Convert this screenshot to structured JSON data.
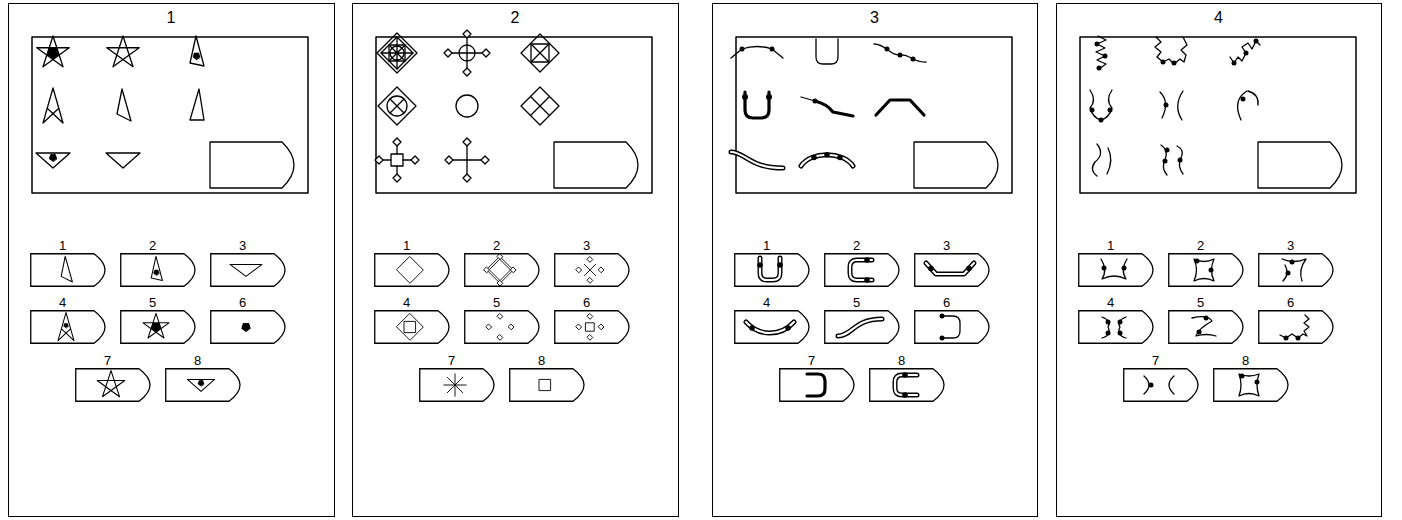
{
  "diagram": {
    "nodes": [
      {
        "text": [
          "1"
        ]
      },
      {
        "text": [
          "1"
        ],
        "in": 0
      },
      {
        "text": [
          "2"
        ],
        "in": 0
      },
      {
        "text": [
          "3"
        ],
        "in": 0
      },
      {
        "text": [
          "4"
        ],
        "in": 0
      },
      {
        "text": [
          "5"
        ],
        "in": 0
      },
      {
        "text": [
          "6"
        ],
        "in": 0
      },
      {
        "text": [
          "7"
        ],
        "in": 0
      },
      {
        "text": [
          "8"
        ],
        "in": 0
      },
      {
        "text": [
          "2"
        ]
      },
      {
        "text": [
          "1"
        ],
        "in": 9
      },
      {
        "text": [
          "2"
        ],
        "in": 9
      },
      {
        "text": [
          "3"
        ],
        "in": 9
      },
      {
        "text": [
          "4"
        ],
        "in": 9
      },
      {
        "text": [
          "5"
        ],
        "in": 9
      },
      {
        "text": [
          "6"
        ],
        "in": 9
      },
      {
        "text": [
          "7"
        ],
        "in": 9
      },
      {
        "text": [
          "8"
        ],
        "in": 9
      },
      {
        "text": [
          "3"
        ]
      },
      {
        "text": [
          "1"
        ],
        "in": 18
      },
      {
        "text": [
          "2"
        ],
        "in": 18
      },
      {
        "text": [
          "3"
        ],
        "in": 18
      },
      {
        "text": [
          "4"
        ],
        "in": 18
      },
      {
        "text": [
          "5"
        ],
        "in": 18
      },
      {
        "text": [
          "6"
        ],
        "in": 18
      },
      {
        "text": [
          "7"
        ],
        "in": 18
      },
      {
        "text": [
          "8"
        ],
        "in": 18
      },
      {
        "text": [
          "4"
        ]
      },
      {
        "text": [
          "1"
        ],
        "in": 27
      },
      {
        "text": [
          "2"
        ],
        "in": 27
      },
      {
        "text": [
          "3"
        ],
        "in": 27
      },
      {
        "text": [
          "4"
        ],
        "in": 27
      },
      {
        "text": [
          "5"
        ],
        "in": 27
      },
      {
        "text": [
          "6"
        ],
        "in": 27
      },
      {
        "text": [
          "7"
        ],
        "in": 27
      },
      {
        "text": [
          "8"
        ],
        "in": 27
      }
    ]
  }
}
